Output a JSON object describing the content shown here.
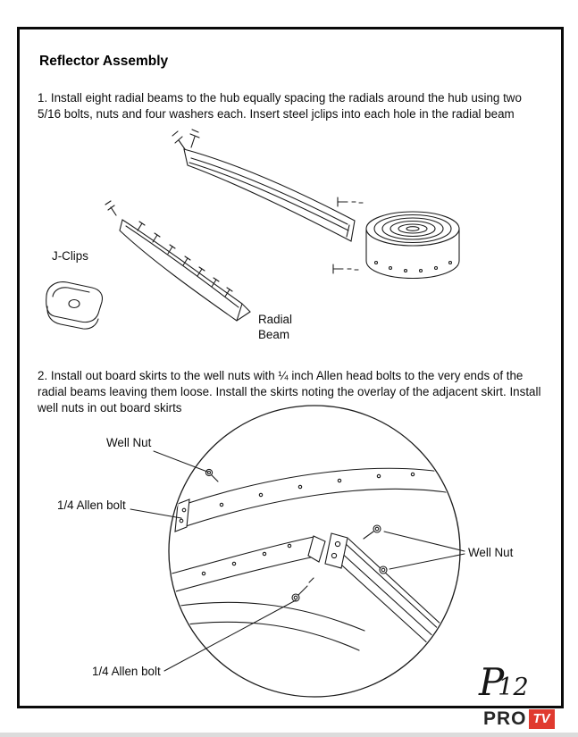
{
  "doc": {
    "title": "Reflector Assembly",
    "step1": "1. Install eight radial beams to the hub equally spacing the radials around the hub using two 5/16 bolts, nuts and four washers each. Insert steel jclips into each hole in the radial beam",
    "step2": "2.  Install out board skirts to the well nuts with ¼ inch Allen head bolts to the very ends of the radial beams leaving them loose. Install the skirts noting the overlay of the adjacent skirt. Install well nuts in out board skirts",
    "page_number": "12",
    "page_logo_glyph": "P"
  },
  "figure1": {
    "label_jclips": "J-Clips",
    "label_radial_beam": "Radial Beam"
  },
  "figure2": {
    "label_well_nut_top": "Well Nut",
    "label_allen_bolt_left": "1/4 Allen bolt",
    "label_well_nut_right": "Well Nut",
    "label_allen_bolt_bottom": "1/4 Allen bolt"
  },
  "watermark": {
    "text_dark": "PRO",
    "text_badge": "TV",
    "badge_color": "#e03a2f",
    "badge_style": "background:#e03a2f"
  }
}
